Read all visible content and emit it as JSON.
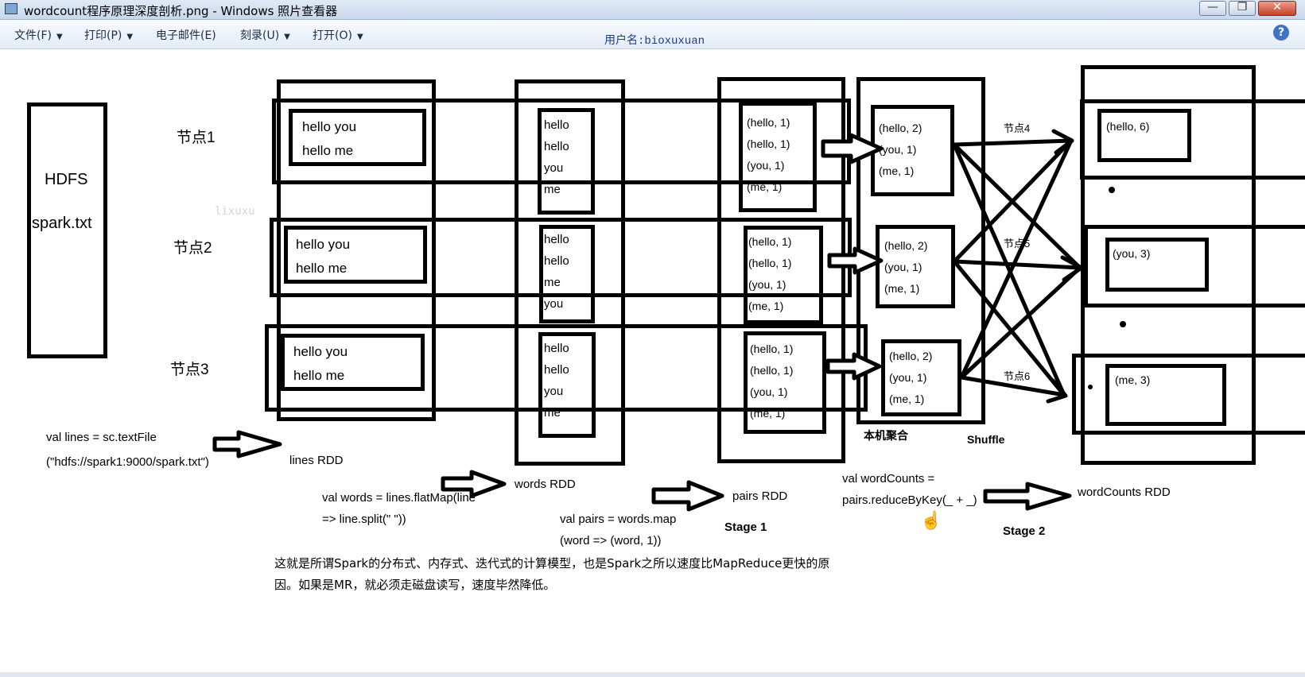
{
  "window": {
    "title": "wordcount程序原理深度剖析.png - Windows 照片查看器",
    "minimize": "—",
    "maximize": "❐",
    "close": "✕"
  },
  "menu": {
    "file": "文件(F)",
    "print": "打印(P)",
    "email": "电子邮件(E)",
    "burn": "刻录(U)",
    "open": "打开(O)",
    "help": "?"
  },
  "username": "用户名:bioxuxuan",
  "diagram": {
    "hdfs": {
      "line1": "HDFS",
      "line2": "spark.txt"
    },
    "nodes": [
      "节点1",
      "节点2",
      "节点3"
    ],
    "lines_text": [
      [
        "hello you",
        "hello me"
      ],
      [
        "hello you",
        "hello me"
      ],
      [
        "hello you",
        "hello me"
      ]
    ],
    "words_text": [
      [
        "hello",
        "hello",
        "you",
        "me"
      ],
      [
        "hello",
        "hello",
        "me",
        "you"
      ],
      [
        "hello",
        "hello",
        "you",
        "me"
      ]
    ],
    "pairs_text": [
      [
        "(hello, 1)",
        "(hello, 1)",
        "(you, 1)",
        "(me, 1)"
      ],
      [
        "(hello, 1)",
        "(hello, 1)",
        "(you, 1)",
        "(me, 1)"
      ],
      [
        "(hello, 1)",
        "(hello, 1)",
        "(you, 1)",
        "(me, 1)"
      ]
    ],
    "local_agg_text": [
      [
        "(hello, 2)",
        "(you, 1)",
        "(me, 1)"
      ],
      [
        "(hello, 2)",
        "(you, 1)",
        "(me, 1)"
      ],
      [
        "(hello, 2)",
        "(you, 1)",
        "(me, 1)"
      ]
    ],
    "shuffle_nodes": [
      "节点4",
      "节点5",
      "节点6"
    ],
    "results": [
      "(hello, 6)",
      "(you, 3)",
      "(me, 3)"
    ],
    "local_agg_label": "本机聚合",
    "shuffle_label": "Shuffle",
    "code_lines": [
      "val lines = sc.textFile",
      "(\"hdfs://spark1:9000/spark.txt\")"
    ],
    "lines_rdd": "lines RDD",
    "code_words": [
      "val words = lines.flatMap(line",
      "=> line.split(\" \"))"
    ],
    "words_rdd": "words RDD",
    "code_pairs": [
      "val pairs = words.map",
      "(word => (word, 1))"
    ],
    "pairs_rdd": "pairs RDD",
    "stage1": "Stage 1",
    "code_counts": [
      "val wordCounts =",
      "pairs.reduceByKey(_ + _)"
    ],
    "wordcounts_rdd": "wordCounts RDD",
    "stage2": "Stage 2",
    "note": [
      "这就是所谓Spark的分布式、内存式、迭代式的计算模型，也是Spark之所以速度比MapReduce更快的原",
      "因。如果是MR，就必须走磁盘读写，速度毕然降低。"
    ],
    "watermark": "lixuxu"
  }
}
